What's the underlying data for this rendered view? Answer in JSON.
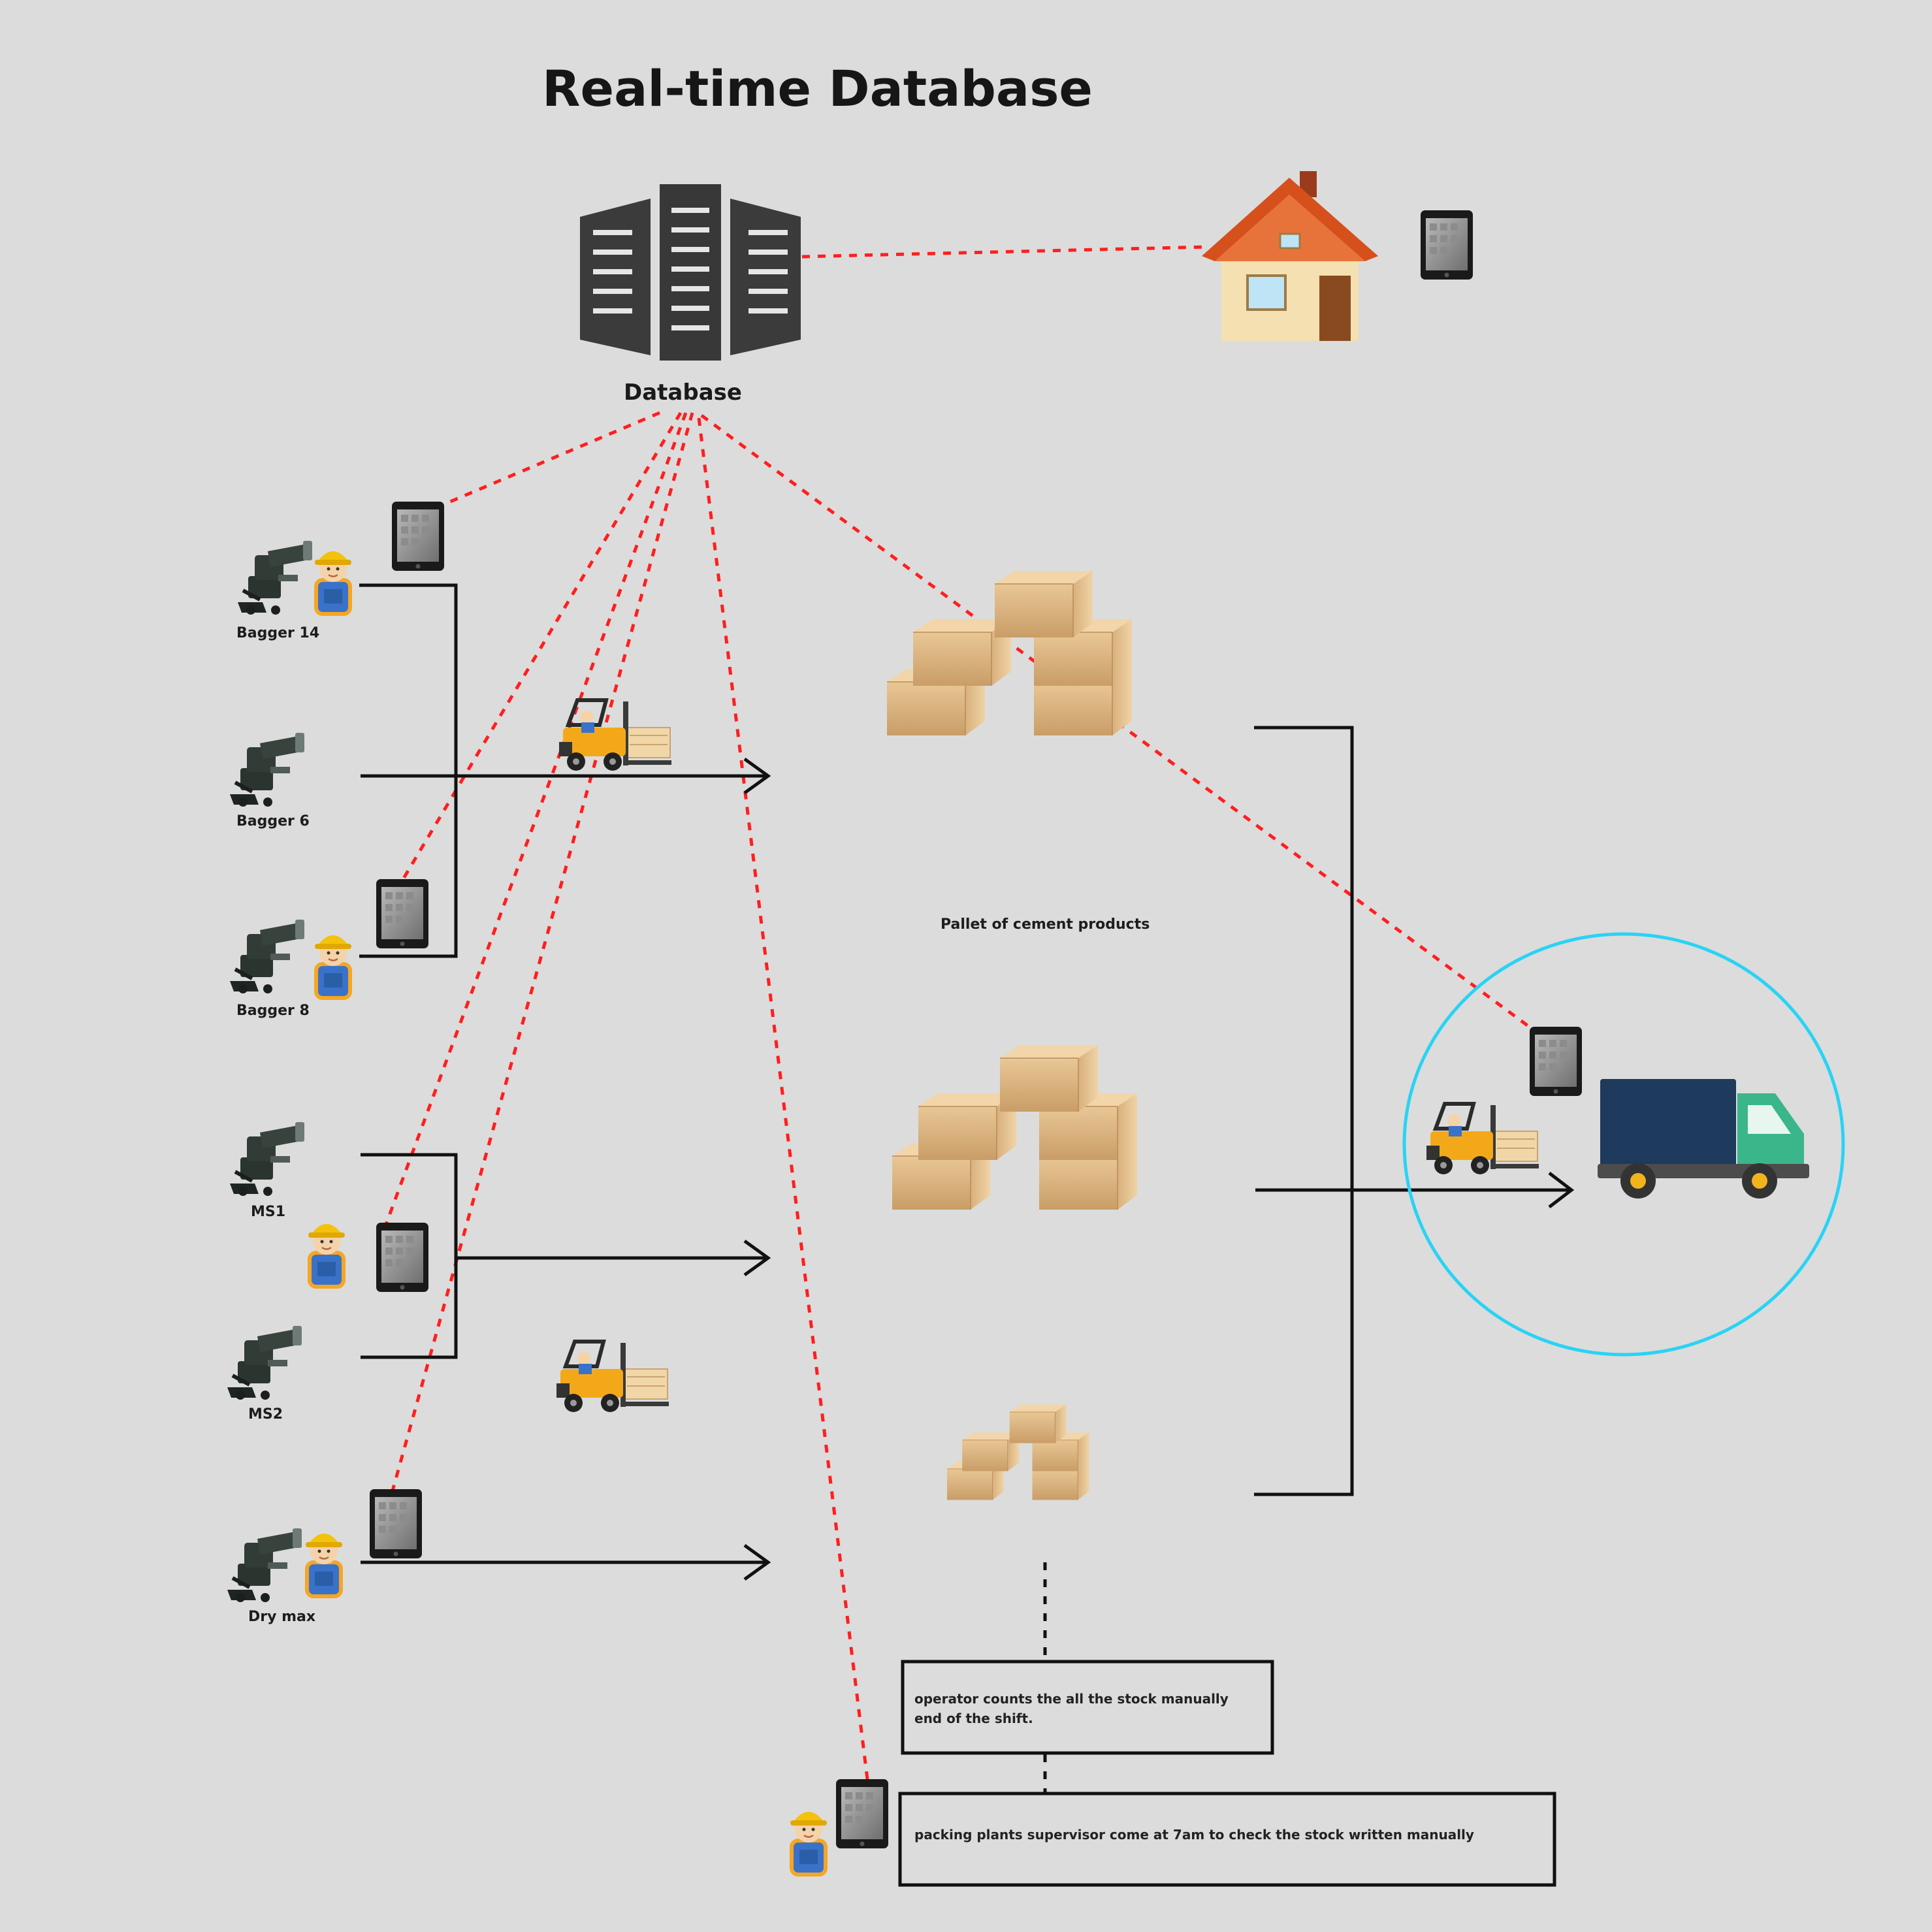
{
  "title": "Real-time Database",
  "database": {
    "label": "Database",
    "icon": "server-rack-icon"
  },
  "machines": [
    {
      "id": "m1",
      "label": "Bagger 14"
    },
    {
      "id": "m2",
      "label": "Bagger 6"
    },
    {
      "id": "m3",
      "label": "Bagger 8"
    },
    {
      "id": "m4",
      "label": "MS1"
    },
    {
      "id": "m5",
      "label": "MS2"
    },
    {
      "id": "m6",
      "label": "Dry max"
    }
  ],
  "pallet_label": "Pallet of cement products",
  "notes": {
    "operator": "operator counts the all the stock manually end of the shift.",
    "supervisor": "packing plants supervisor come at 7am to check the stock written manually"
  },
  "colors": {
    "background": "#dcdcdc",
    "connection": "#ff1f1f",
    "highlight_circle": "#29d3f5",
    "truck_cargo": "#1e3a5c",
    "truck_cab": "#3bb58a",
    "box": "#d9b17f"
  },
  "icons": [
    "server-rack-icon",
    "house-icon",
    "tablet-icon",
    "worker-icon",
    "packing-machine-icon",
    "forklift-icon",
    "box-stack-icon",
    "truck-icon"
  ]
}
